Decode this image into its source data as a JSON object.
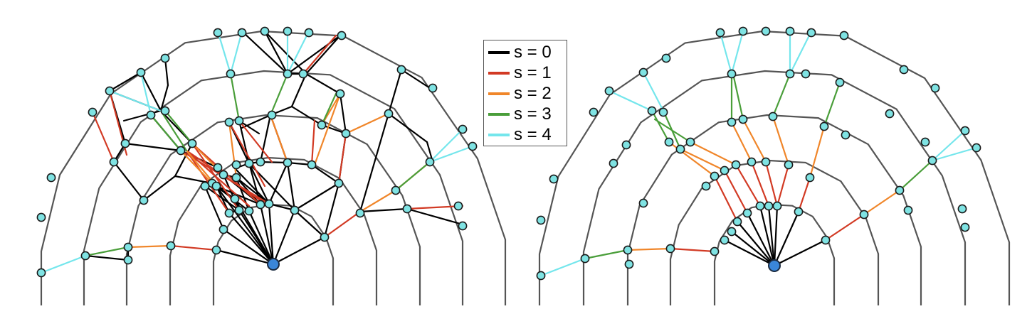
{
  "colors": {
    "ring": "#555555",
    "node_fill": "#7fe3e3",
    "node_stroke": "#1a1a1a",
    "source_fill": "#3a86d9",
    "source_stroke": "#1a2a40"
  },
  "legend": {
    "items": [
      {
        "label": "s = 0",
        "color": "#000000"
      },
      {
        "label": "s = 1",
        "color": "#d23a24"
      },
      {
        "label": "s = 2",
        "color": "#f0862a"
      },
      {
        "label": "s = 3",
        "color": "#4a9e3a"
      },
      {
        "label": "s = 4",
        "color": "#74e6ec"
      }
    ]
  },
  "panels": [
    {
      "name": "left-network",
      "layout": "irregular"
    },
    {
      "name": "right-network",
      "layout": "regular"
    }
  ]
}
